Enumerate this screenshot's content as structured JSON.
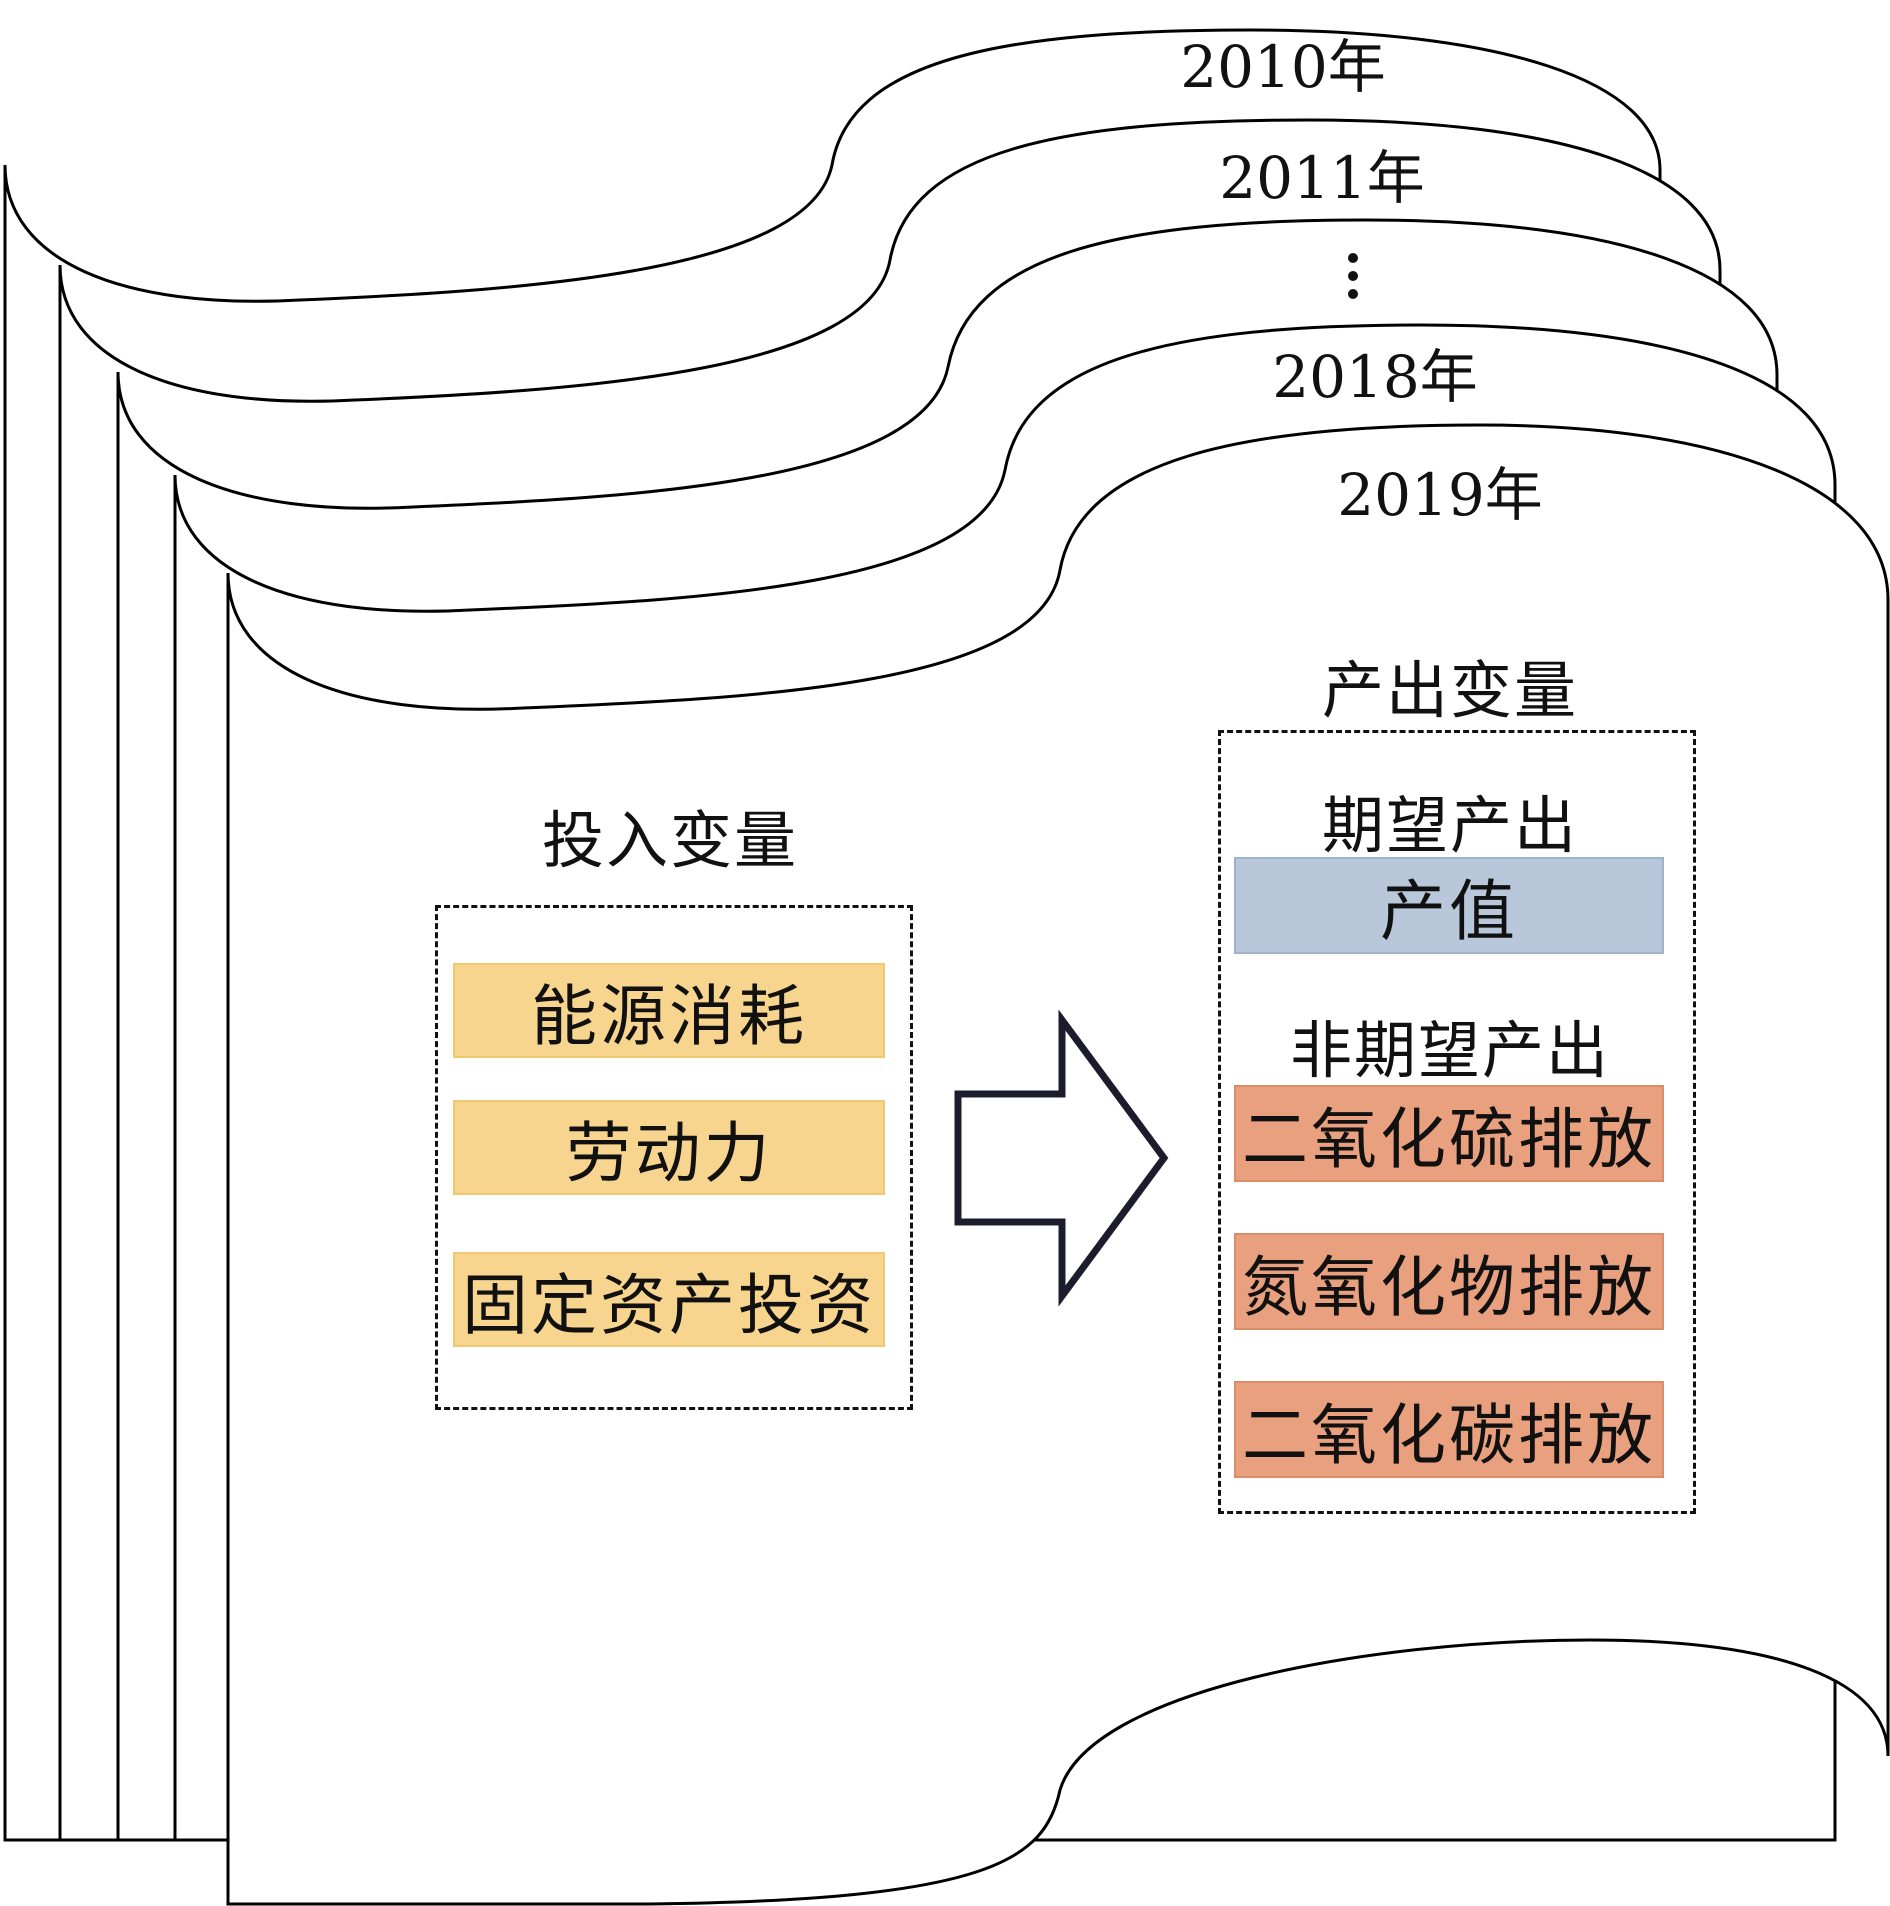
{
  "years": [
    "2010年",
    "2011年",
    "⋮",
    "2018年",
    "2019年"
  ],
  "input": {
    "title": "投入变量",
    "items": [
      "能源消耗",
      "劳动力",
      "固定资产投资"
    ]
  },
  "output": {
    "title": "产出变量",
    "desired_title": "期望产出",
    "desired_items": [
      "产值"
    ],
    "undesired_title": "非期望产出",
    "undesired_items": [
      "二氧化硫排放",
      "氮氧化物排放",
      "二氧化碳排放"
    ]
  },
  "colors": {
    "input_fill": "#f7d58f",
    "desired_fill": "#b8c8da",
    "undesired_fill": "#e9a07f",
    "outline": "#000000"
  }
}
